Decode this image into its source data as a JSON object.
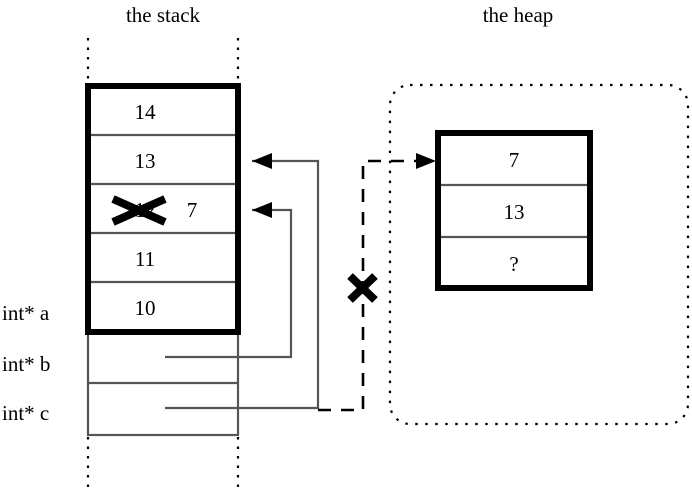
{
  "diagram": {
    "title_stack": "the stack",
    "title_heap": "the heap",
    "colors": {
      "stroke": "#000000",
      "background": "#ffffff",
      "thin_line": "#555555"
    }
  },
  "stack": {
    "header": "the stack",
    "frame_cells": [
      {
        "value": "14"
      },
      {
        "value": "13"
      },
      {
        "value": "12",
        "struck_out": true,
        "replacement": "7"
      },
      {
        "value": "11"
      },
      {
        "value": "10"
      }
    ],
    "pointer_cells": [
      {
        "label": "int* b"
      },
      {
        "label": "int* c"
      }
    ],
    "variable_labels": [
      {
        "label": "int* a"
      },
      {
        "label": "int* b"
      },
      {
        "label": "int* c"
      }
    ]
  },
  "heap": {
    "header": "the heap",
    "cells": [
      {
        "value": "7"
      },
      {
        "value": "13"
      },
      {
        "value": "?"
      }
    ]
  },
  "annotations": {
    "cross_out_stack_cell": "X",
    "cross_out_heap_pointer": "X",
    "replacement_value": "7"
  }
}
